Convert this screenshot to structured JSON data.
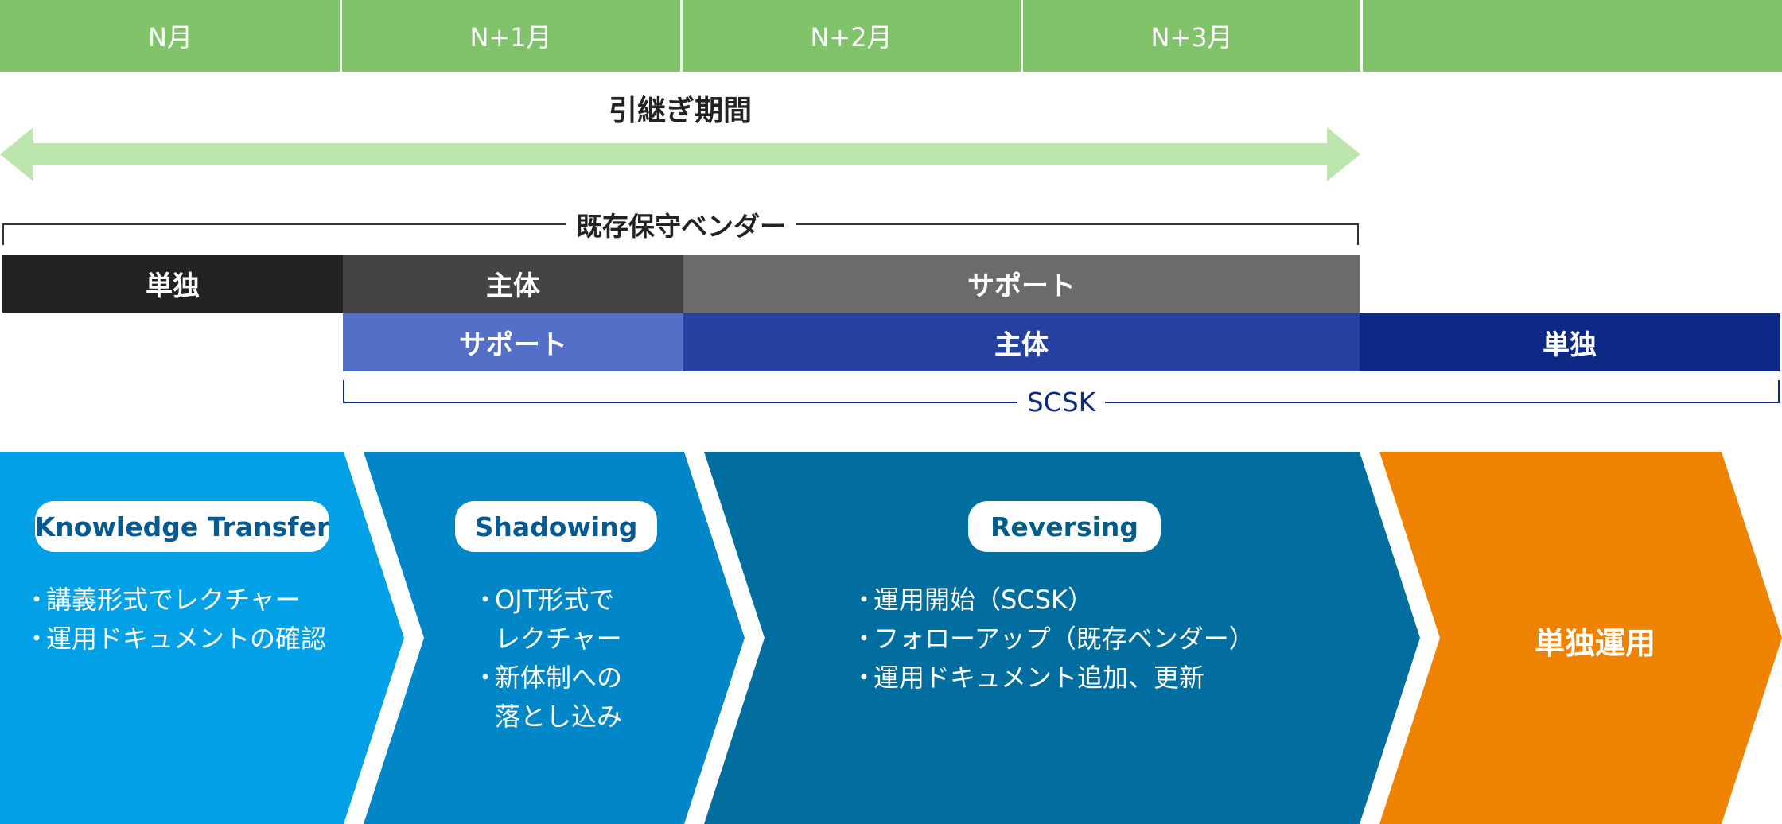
{
  "timeline": {
    "months": [
      "N月",
      "N+1月",
      "N+2月",
      "N+3月",
      ""
    ]
  },
  "period": {
    "label": "引継ぎ期間"
  },
  "vendor": {
    "label": "既存保守ベンダー",
    "bands": [
      "単独",
      "主体",
      "サポート"
    ]
  },
  "scsk": {
    "label": "SCSK",
    "bands": [
      "サポート",
      "主体",
      "単独"
    ]
  },
  "phases": [
    {
      "title": "Knowledge Transfer",
      "bullets": [
        "講義形式でレクチャー",
        "運用ドキュメントの確認"
      ]
    },
    {
      "title": "Shadowing",
      "bullets": [
        "OJT形式で\nレクチャー",
        "新体制への\n落とし込み"
      ]
    },
    {
      "title": "Reversing",
      "bullets": [
        "運用開始（SCSK）",
        "フォローアップ（既存ベンダー）",
        "運用ドキュメント追加、更新"
      ]
    },
    {
      "title": "単独運用"
    }
  ],
  "colors": {
    "month_bar": "#81c36b",
    "period_arrow": "#bde5ae",
    "vendor_solo": "#222222",
    "vendor_main": "#444444",
    "vendor_support": "#6b6b6b",
    "scsk_support": "#5470c6",
    "scsk_main": "#25409f",
    "scsk_solo": "#0d2885",
    "phase_1": "#02a0e6",
    "phase_2": "#0187c7",
    "phase_3": "#026d9f",
    "phase_4": "#ef8201"
  }
}
